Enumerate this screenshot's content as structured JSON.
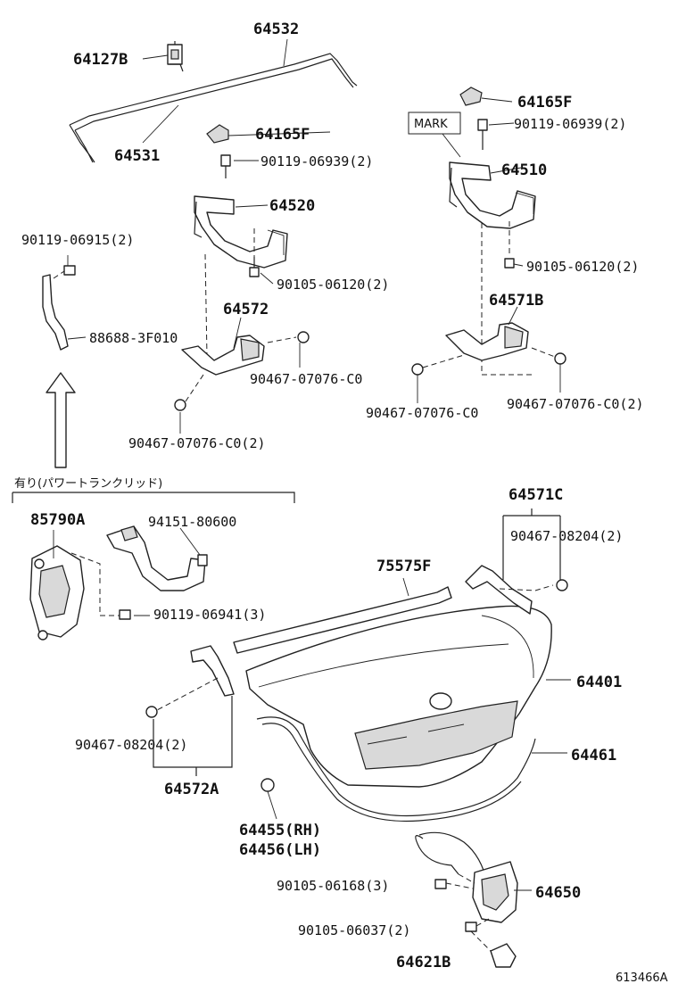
{
  "figure_code": "613466A",
  "power_trunk_label": "有り(パワートランクリッド)",
  "mark_label": "MARK",
  "parts": {
    "p64532": "64532",
    "p64127B": "64127B",
    "p64531": "64531",
    "p64165F_left": "64165F",
    "p64165F_right": "64165F",
    "p90119_06939_left": "90119-06939(2)",
    "p90119_06939_right": "90119-06939(2)",
    "p64510": "64510",
    "p64520": "64520",
    "p90119_06915": "90119-06915(2)",
    "p90105_06120_left": "90105-06120(2)",
    "p90105_06120_right": "90105-06120(2)",
    "p64572": "64572",
    "p64571B": "64571B",
    "p88688_3F010": "88688-3F010",
    "p90467_07076_C0_a": "90467-07076-C0",
    "p90467_07076_C0_b": "90467-07076-C0",
    "p90467_07076_C0_2_left": "90467-07076-C0(2)",
    "p90467_07076_C0_2_right": "90467-07076-C0(2)",
    "p64571C": "64571C",
    "p85790A": "85790A",
    "p94151_80600": "94151-80600",
    "p90467_08204_right": "90467-08204(2)",
    "p75575F": "75575F",
    "p90119_06941": "90119-06941(3)",
    "p64401": "64401",
    "p64461": "64461",
    "p90467_08204_left": "90467-08204(2)",
    "p64572A": "64572A",
    "p64455": "64455(RH)",
    "p64456": "64456(LH)",
    "p90105_06168": "90105-06168(3)",
    "p64650": "64650",
    "p90105_06037": "90105-06037(2)",
    "p64621B": "64621B"
  }
}
